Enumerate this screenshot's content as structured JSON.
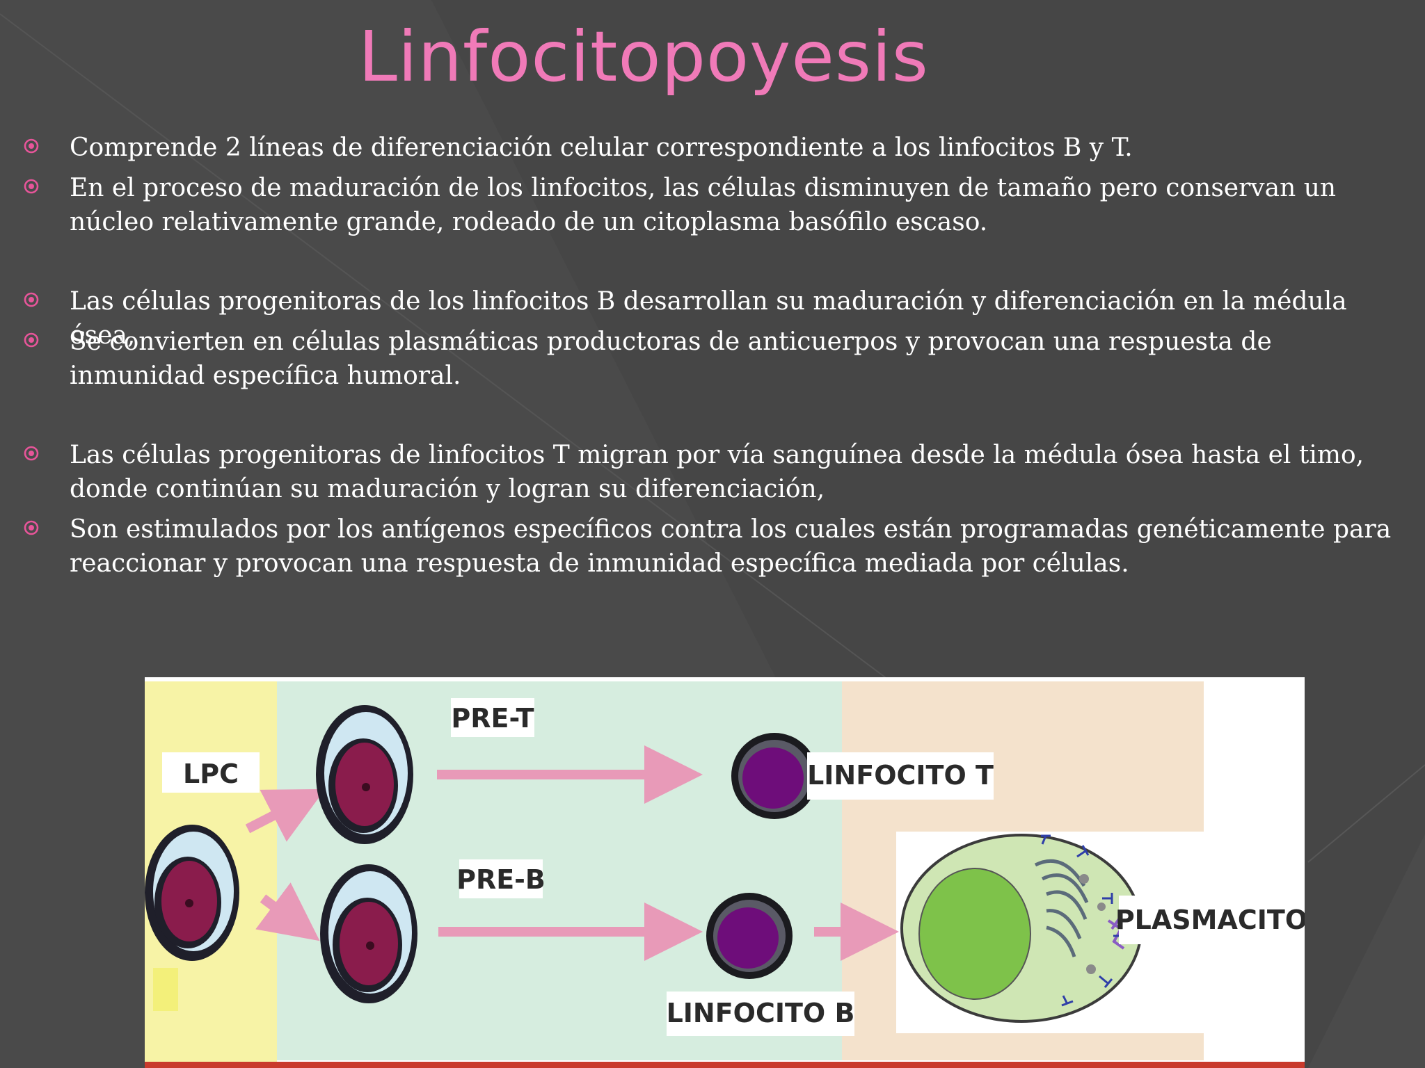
{
  "slide": {
    "title": "Linfocitopoyesis",
    "bullets": [
      "Comprende 2 líneas de diferenciación celular correspondiente a los linfocitos B y T.",
      "En el proceso de maduración de los linfocitos, las células disminuyen de tamaño pero conservan un núcleo relativamente grande, rodeado de un citoplasma basófilo escaso.",
      "Las células progenitoras de los linfocitos B desarrollan su maduración y diferenciación en la médula ósea,",
      "Se convierten en células plasmáticas productoras de anticuerpos y provocan una respuesta de inmunidad específica humoral.",
      "Las células progenitoras de linfocitos T migran por vía sanguínea desde la médula ósea hasta el timo, donde continúan su maduración y logran su diferenciación,",
      "Son estimulados por los antígenos específicos contra los cuales están programadas genéticamente para reaccionar y provocan una respuesta de inmunidad específica mediada por células."
    ],
    "bullet_icon": "circle-bullet-icon"
  },
  "diagram": {
    "labels": {
      "lpc": "LPC",
      "pre_t": "PRE-T",
      "pre_b": "PRE-B",
      "linfocito_t": "LINFOCITO T",
      "linfocito_b": "LINFOCITO B",
      "plasmacito": "PLASMACITO"
    }
  },
  "colors": {
    "title": "#f07ab8",
    "bullet_accent": "#e8559a",
    "background": "#454545"
  }
}
